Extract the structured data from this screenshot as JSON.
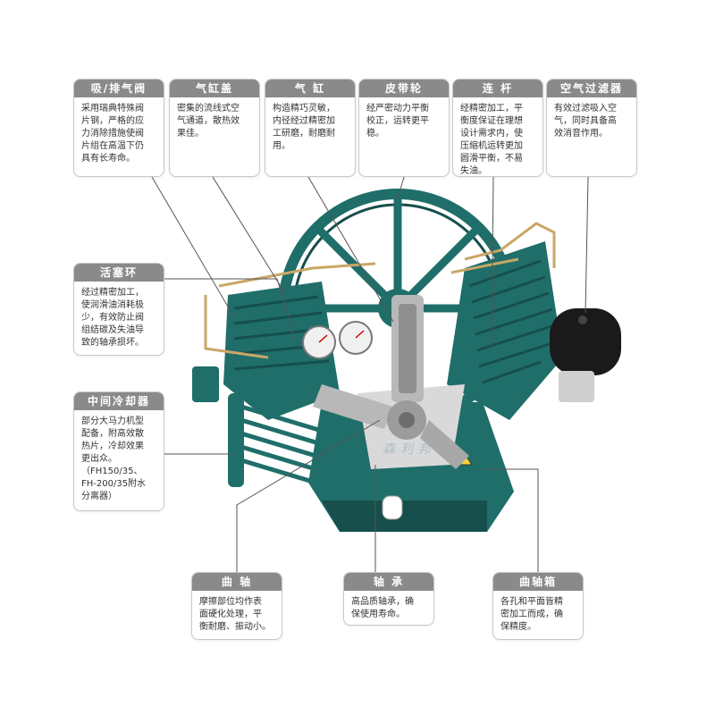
{
  "colors": {
    "machine_body": "#1f6e6a",
    "machine_dark": "#164f4c",
    "card_header": "#8a8a8a",
    "card_border": "#c8c8c8",
    "leader_line": "#555555"
  },
  "labels": {
    "valve": {
      "title": "吸/排气阀",
      "text": "采用瑞典特殊阀\n片钢，严格的应\n力消除措施使阀\n片组在高温下仍\n具有长寿命。"
    },
    "cover": {
      "title": "气缸盖",
      "text": "密集的流线式空\n气通道，散热效\n果佳。"
    },
    "cylinder": {
      "title": "气 缸",
      "text": "构造精巧灵敏，\n内径经过精密加\n工研磨，耐磨耐\n用。"
    },
    "pulley": {
      "title": "皮带轮",
      "text": "经严密动力平衡\n校正，运转更平\n稳。"
    },
    "rod": {
      "title": "连 杆",
      "text": "经精密加工，平\n衡度保证在理想\n设计需求内，使\n压缩机运转更加\n圆滑平衡，不易\n失油。"
    },
    "filter": {
      "title": "空气过滤器",
      "text": "有效过滤吸入空\n气，同时具备高\n效消音作用。"
    },
    "ring": {
      "title": "活塞环",
      "text": "经过精密加工，\n使润滑油消耗极\n少，有效防止阀\n组结碳及失油导\n致的轴承损坏。"
    },
    "cooler": {
      "title": "中间冷却器",
      "text": "部分大马力机型\n配备，附高效散\n热片，冷却效果\n更出众。\n（FH150/35、\nFH-200/35附水\n分离器）"
    },
    "crank": {
      "title": "曲 轴",
      "text": "摩擦部位均作表\n面硬化处理，平\n衡耐磨、振动小。"
    },
    "bearing": {
      "title": "轴 承",
      "text": "高品质轴承，确\n保使用寿命。"
    },
    "case": {
      "title": "曲轴箱",
      "text": "各孔和平面皆精\n密加工而成，确\n保精度。"
    }
  },
  "watermark": "森利邦"
}
